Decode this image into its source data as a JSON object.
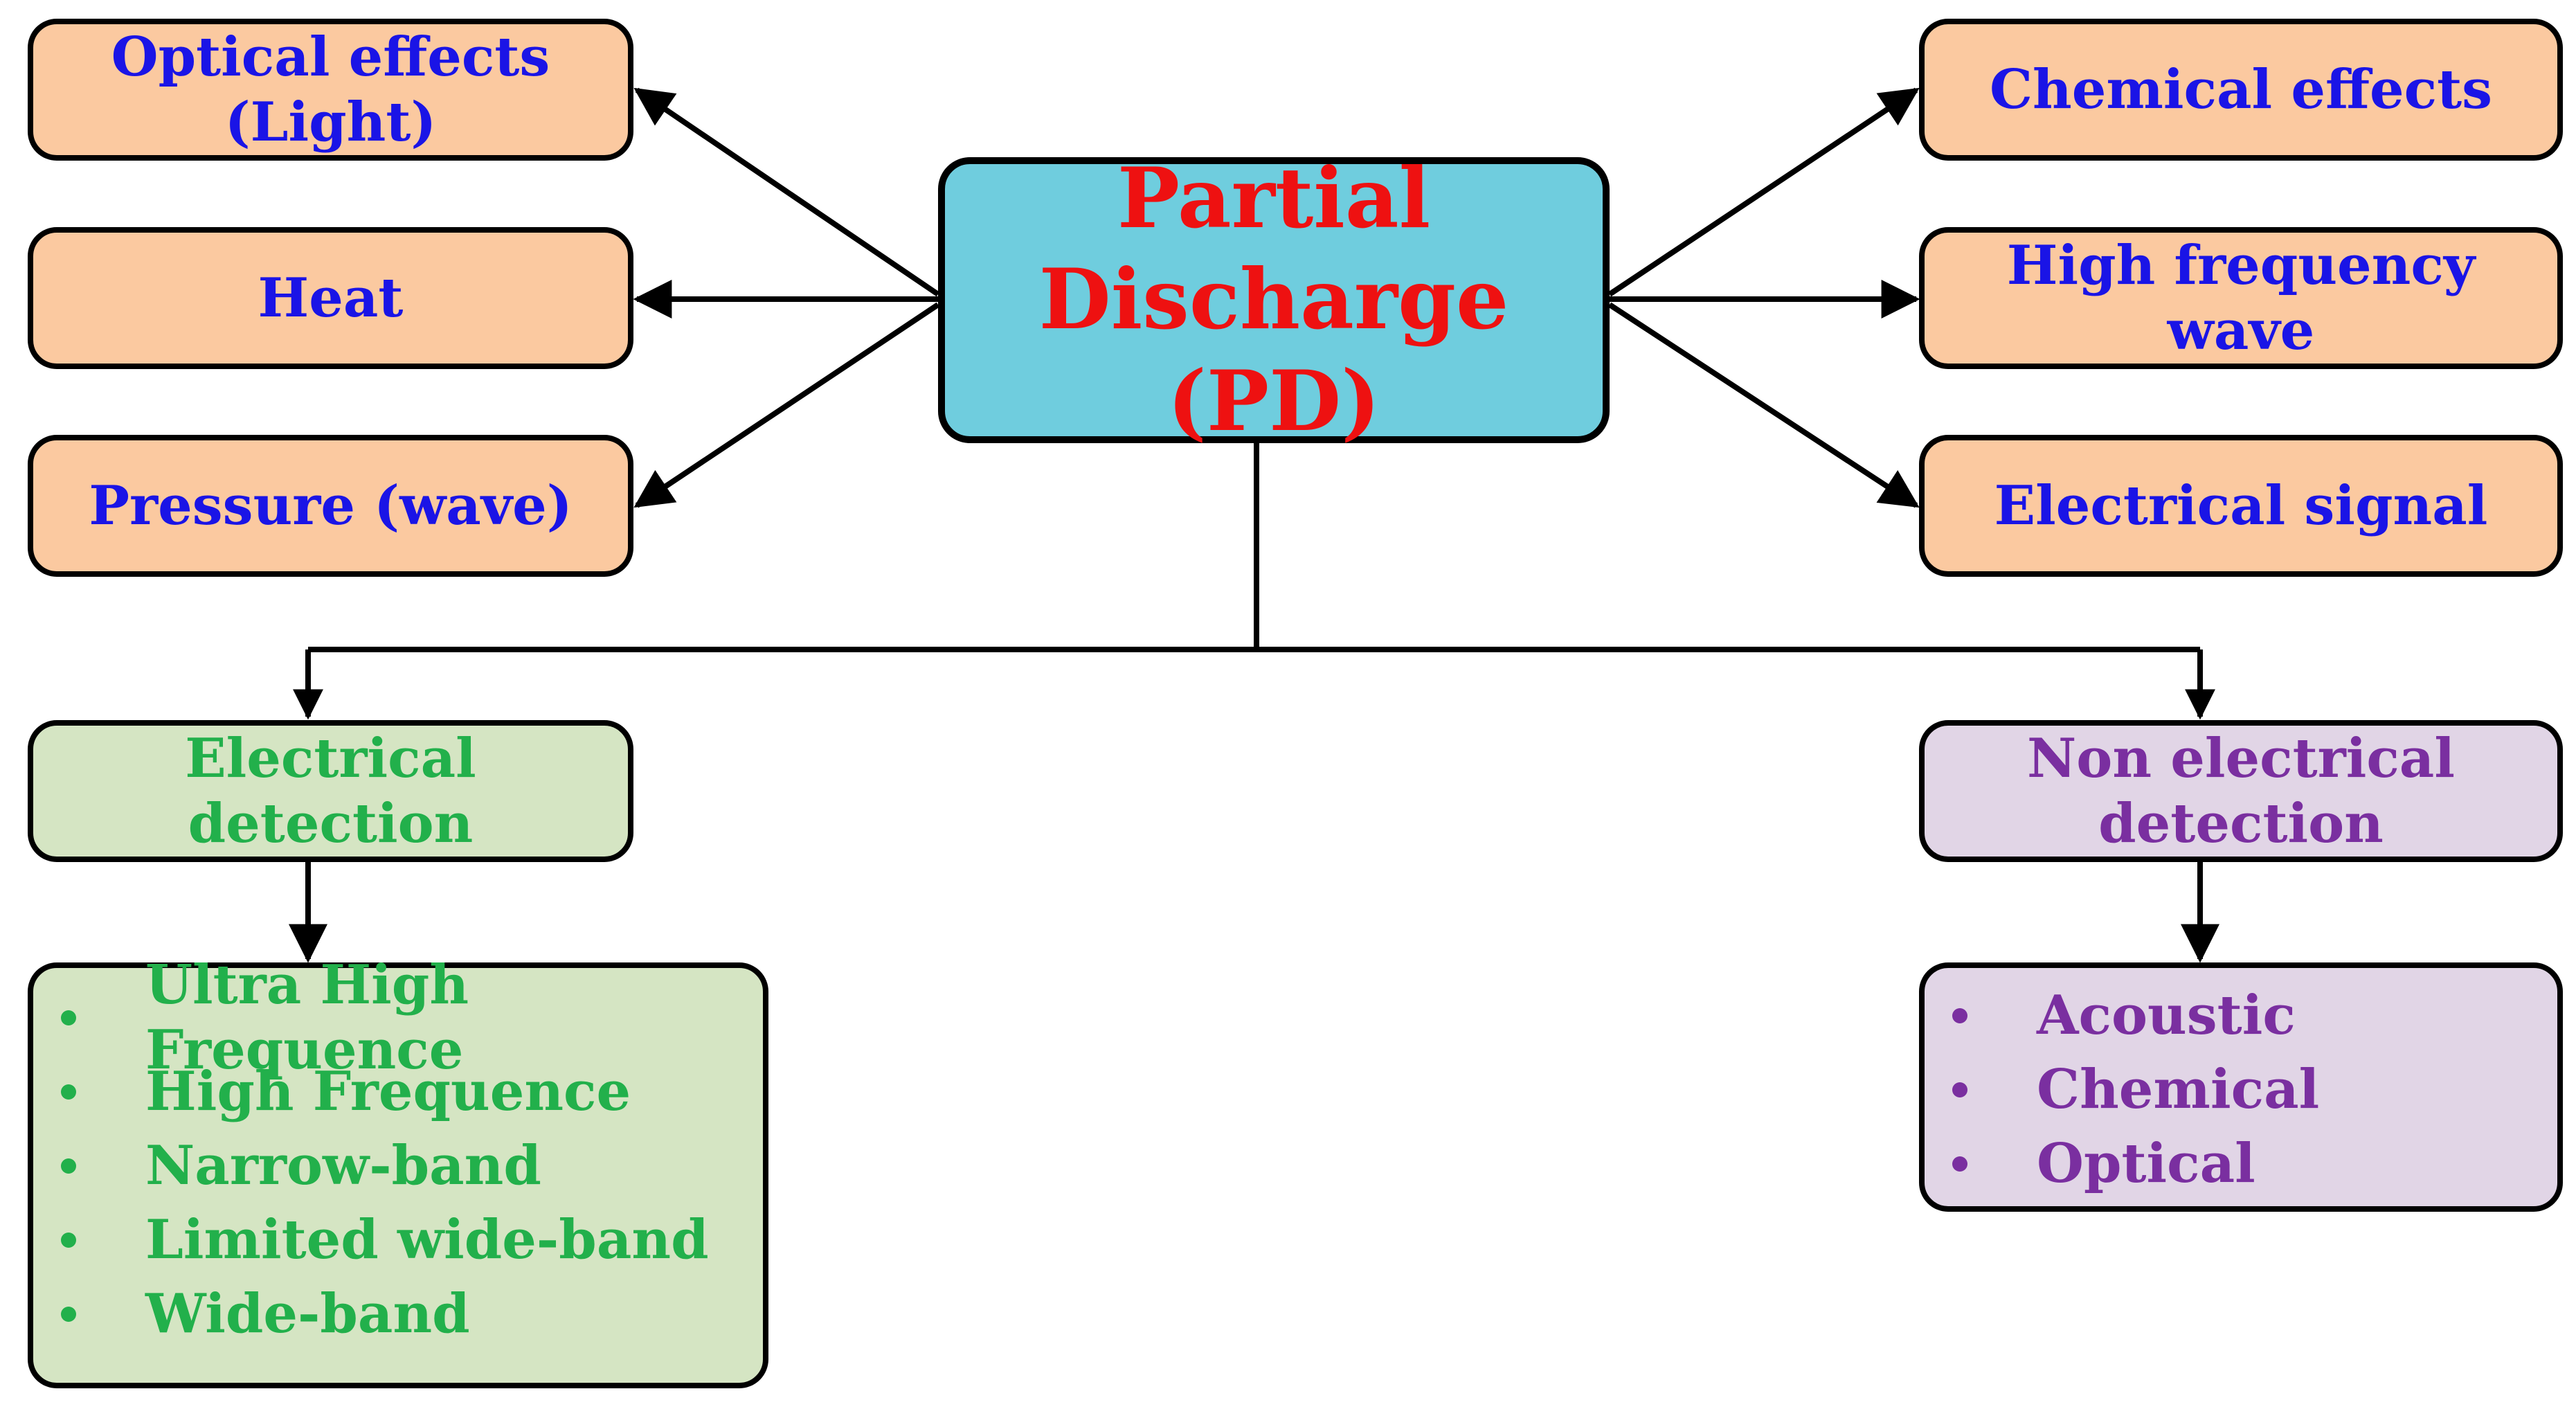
{
  "center": {
    "line1": "Partial",
    "line2": "Discharge (PD)"
  },
  "effects_left": [
    {
      "line1": "Optical effects",
      "line2": "(Light)"
    },
    {
      "line1": "Heat"
    },
    {
      "line1": "Pressure (wave)"
    }
  ],
  "effects_right": [
    {
      "line1": "Chemical effects"
    },
    {
      "line1": "High frequency wave"
    },
    {
      "line1": "Electrical signal"
    }
  ],
  "electrical_detection": {
    "title": "Electrical detection",
    "items": [
      "Ultra High Frequence",
      "High Frequence",
      "Narrow-band",
      "Limited wide-band",
      "Wide-band"
    ]
  },
  "non_electrical_detection": {
    "title_line1": "Non electrical",
    "title_line2": "detection",
    "items": [
      "Acoustic",
      "Chemical",
      "Optical"
    ]
  },
  "colors": {
    "effect_fill": "#fbc9a0",
    "effect_text": "#1a14e6",
    "center_fill": "#6fcdde",
    "center_text": "#ee1111",
    "electrical_fill": "#d5e5c3",
    "electrical_text": "#22b04b",
    "non_electrical_fill": "#e1d5e6",
    "non_electrical_text": "#7a2fa0"
  }
}
